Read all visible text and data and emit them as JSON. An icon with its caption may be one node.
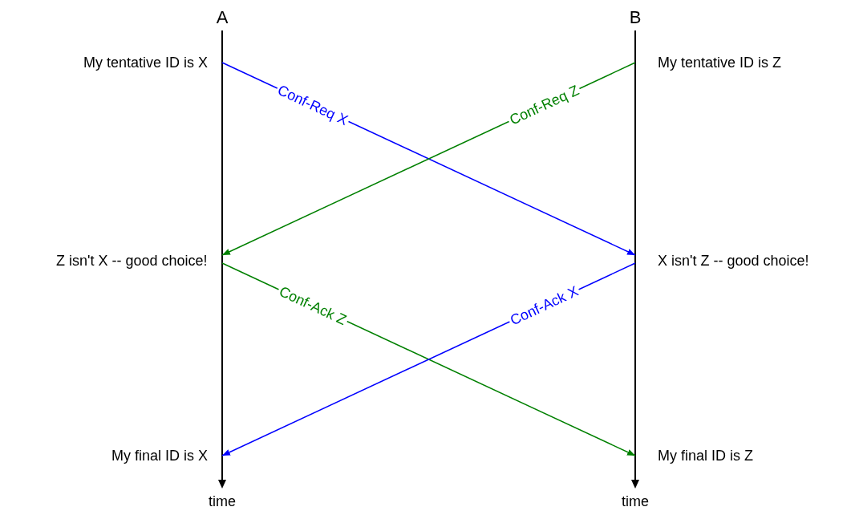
{
  "diagram": {
    "nodes": [
      {
        "text": [
          "A"
        ]
      },
      {
        "text": [
          "B"
        ]
      }
    ],
    "edges": [
      {
        "from": 0,
        "to": 1,
        "arrow": "to",
        "label": "Conf-Req X",
        "color": "#0000ff"
      },
      {
        "from": 1,
        "to": 0,
        "arrow": "to",
        "label": "Conf-Req Z",
        "color": "#008000"
      },
      {
        "from": 0,
        "to": 1,
        "arrow": "to",
        "label": "Conf-Ack Z",
        "color": "#008000"
      },
      {
        "from": 1,
        "to": 0,
        "arrow": "to",
        "label": "Conf-Ack X",
        "color": "#0000ff"
      }
    ],
    "labels": [
      "My tentative ID is X",
      "My tentative ID is Z",
      "Z isn't X -- good choice!",
      "X isn't Z -- good choice!",
      "My final ID is X",
      "My final ID is Z",
      "time",
      "time"
    ]
  }
}
